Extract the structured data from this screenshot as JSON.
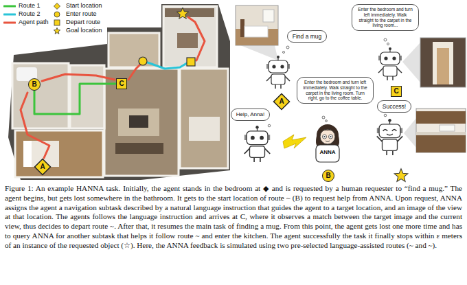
{
  "diagram": {
    "caption": "Figure 1: An example HANNA task. Initially, the agent stands in the bedroom at ◆ and is requested by a human requester to “find a mug.” The agent begins, but gets lost somewhere in the bathroom. It gets to the start location of route ~ (B) to request help from ANNA. Upon request, ANNA assigns the agent a navigation subtask described by a natural language instruction that guides the agent to a target location, and an image of the view at that location. The agents follows the language instruction and arrives at C, where it observes a match between the target image and the current view, thus decides to depart route ~. After that, it resumes the main task of finding a mug. From this point, the agent gets lost one more time and has to query ANNA for another subtask that helps it follow route ~ and enter the kitchen. The agent successfully the task it finally stops within ε meters of an instance of the requested object (☆). Here, the ANNA feedback is simulated using two pre-selected language-assisted routes (~ and ~).",
    "nodes": [
      {
        "text": [
          "B"
        ]
      },
      {
        "text": [
          "C"
        ]
      },
      {
        "text": [
          "A"
        ]
      },
      {
        "text": [
          "Find a mug"
        ]
      },
      {
        "text": [
          "A"
        ]
      },
      {
        "text": [
          "Enter the bedroom and turn left immediately. Walk straight to the carpet in the living room..."
        ]
      },
      {
        "text": [
          "C"
        ]
      },
      {
        "text": [
          "Enter the bedroom and turn left immediately. Walk straight to the carpet in the living room. Turn right, go to the coffee table."
        ]
      },
      {
        "text": [
          "Help, Anna!"
        ]
      },
      {
        "text": [
          "Success!"
        ]
      },
      {
        "text": [
          "B"
        ]
      }
    ],
    "edges": [
      {
        "from": 0,
        "to": 1,
        "arrow": "none"
      }
    ],
    "labels": [
      "ANNA"
    ],
    "legend": [
      {
        "text": "Route 1"
      },
      {
        "text": "Route 2"
      },
      {
        "text": "Agent path"
      },
      {
        "text": "Start location"
      },
      {
        "text": "Enter route"
      },
      {
        "text": "Depart route"
      },
      {
        "text": "Goal location"
      }
    ]
  }
}
